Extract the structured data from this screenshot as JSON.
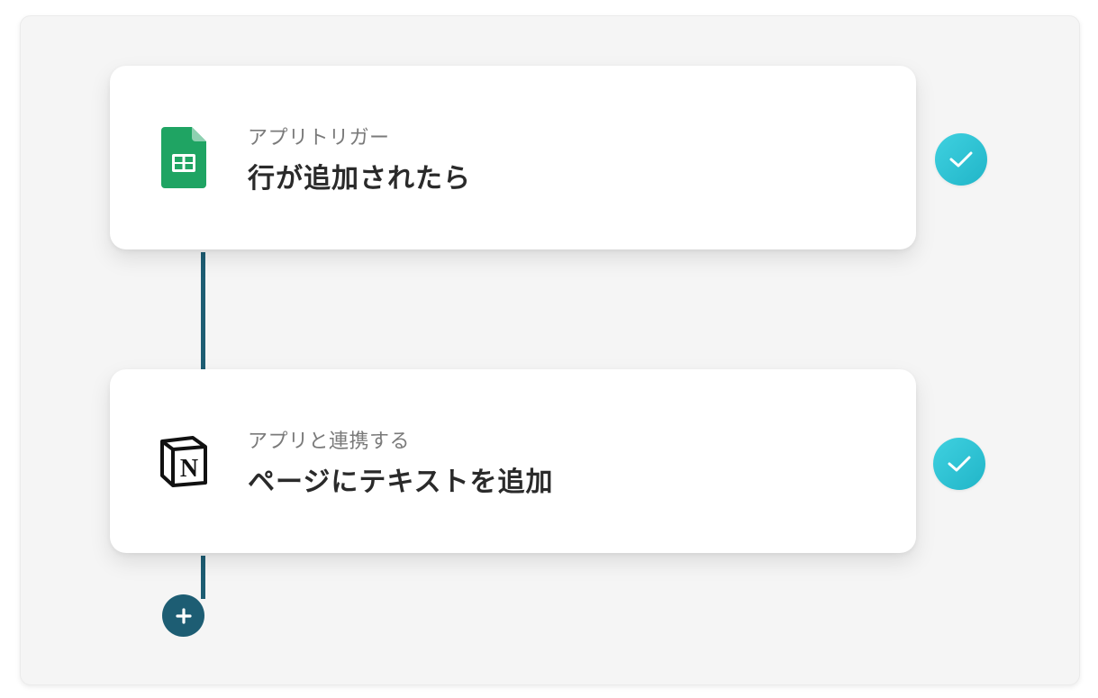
{
  "flow": {
    "steps": [
      {
        "caption": "アプリトリガー",
        "title": "行が追加されたら",
        "app_icon": "google-sheets-icon",
        "status_icon": "check-icon"
      },
      {
        "caption": "アプリと連携する",
        "title": "ページにテキストを追加",
        "app_icon": "notion-icon",
        "status_icon": "check-icon"
      }
    ],
    "add_button_icon": "plus-icon"
  },
  "colors": {
    "background": "#f5f5f5",
    "card": "#ffffff",
    "connector": "#1d5d73",
    "check_badge": "#2cc3d4",
    "sheets_green": "#1fa463",
    "caption_text": "#7a7a7a",
    "title_text": "#2a2a2a"
  }
}
